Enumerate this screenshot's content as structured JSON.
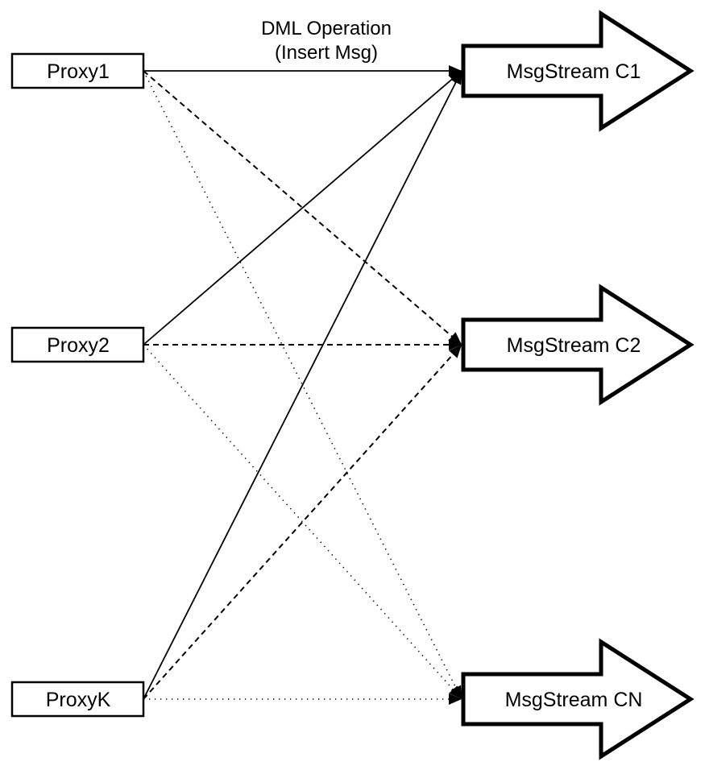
{
  "title": {
    "line1": "DML Operation",
    "line2": "(Insert Msg)"
  },
  "colors": {
    "stroke": "#000000",
    "node_fill": "#ffffff",
    "background": "#ffffff"
  },
  "nodes": {
    "proxies": [
      {
        "id": "proxy1",
        "label": "Proxy1"
      },
      {
        "id": "proxy2",
        "label": "Proxy2"
      },
      {
        "id": "proxyk",
        "label": "ProxyK"
      }
    ],
    "streams": [
      {
        "id": "c1",
        "label": "MsgStream C1"
      },
      {
        "id": "c2",
        "label": "MsgStream C2"
      },
      {
        "id": "cn",
        "label": "MsgStream CN"
      }
    ]
  },
  "edges": [
    {
      "from": "proxy1",
      "to": "c1",
      "style": "solid"
    },
    {
      "from": "proxy2",
      "to": "c1",
      "style": "solid"
    },
    {
      "from": "proxyk",
      "to": "c1",
      "style": "solid"
    },
    {
      "from": "proxy1",
      "to": "c2",
      "style": "dashed"
    },
    {
      "from": "proxy2",
      "to": "c2",
      "style": "dashed"
    },
    {
      "from": "proxyk",
      "to": "c2",
      "style": "dashed"
    },
    {
      "from": "proxy1",
      "to": "cn",
      "style": "dotted"
    },
    {
      "from": "proxy2",
      "to": "cn",
      "style": "dotted"
    },
    {
      "from": "proxyk",
      "to": "cn",
      "style": "dotted"
    }
  ]
}
